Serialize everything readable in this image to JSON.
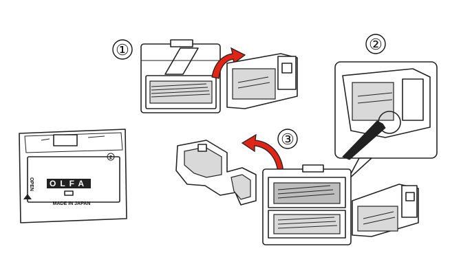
{
  "steps": [
    {
      "number": "①"
    },
    {
      "number": "②"
    },
    {
      "number": "③"
    }
  ],
  "case": {
    "brand": "OLFA",
    "made_in": "MADE IN JAPAN",
    "open_label": "OPEN",
    "side_number": "2"
  },
  "colors": {
    "arrow": "#e02416",
    "outline": "#222222",
    "background": "#ffffff"
  }
}
